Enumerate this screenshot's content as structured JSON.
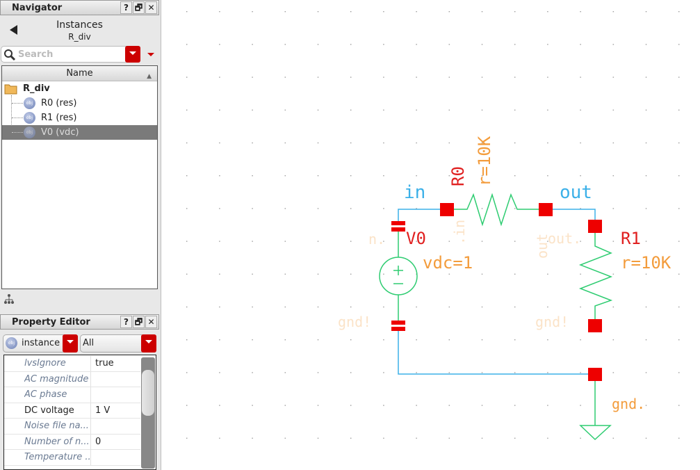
{
  "navigator": {
    "title": "Navigator",
    "buttons": [
      "?",
      "🗗",
      "✕"
    ],
    "header_title": "Instances",
    "header_subtitle": "R_div",
    "search_placeholder": "Search",
    "column": "Name",
    "tree": [
      {
        "label": "R_div",
        "type": "folder"
      },
      {
        "label": "R0 (res)",
        "type": "obj"
      },
      {
        "label": "R1 (res)",
        "type": "obj"
      },
      {
        "label": "V0 (vdc)",
        "type": "obj",
        "selected": true
      }
    ]
  },
  "property_editor": {
    "title": "Property Editor",
    "buttons": [
      "?",
      "🗗",
      "✕"
    ],
    "object_select": "instance (",
    "filter_select": "All",
    "rows": [
      {
        "key": "lvsIgnore",
        "value": "true"
      },
      {
        "key": "AC magnitude",
        "value": ""
      },
      {
        "key": "AC phase",
        "value": ""
      },
      {
        "key": "DC voltage",
        "value": "1 V"
      },
      {
        "key": "Noise file na...",
        "value": ""
      },
      {
        "key": "Number of n...",
        "value": "0"
      },
      {
        "key": "Temperature ...",
        "value": ""
      }
    ]
  },
  "schematic": {
    "net_in": "in",
    "net_out": "out",
    "r0_name": "R0",
    "r0_param": "r=10K",
    "v0_name": "V0",
    "v0_param": "vdc=1",
    "r1_name": "R1",
    "r1_param": "r=10K",
    "gnd_label": "gnd.",
    "pin_labels": {
      "v0_plus": "n.",
      "v0_minus": "gnd!",
      "r0_in": ".in",
      "r0_out": "out",
      "r1_plus": "out.",
      "r1_minus": "gnd!"
    },
    "colors": {
      "wire": "#3bb0e8",
      "device": "#2ecc71",
      "pin": "#ee0000",
      "name": "#e02020",
      "param": "#f39c3c",
      "faded": "#fbe3c8"
    }
  }
}
